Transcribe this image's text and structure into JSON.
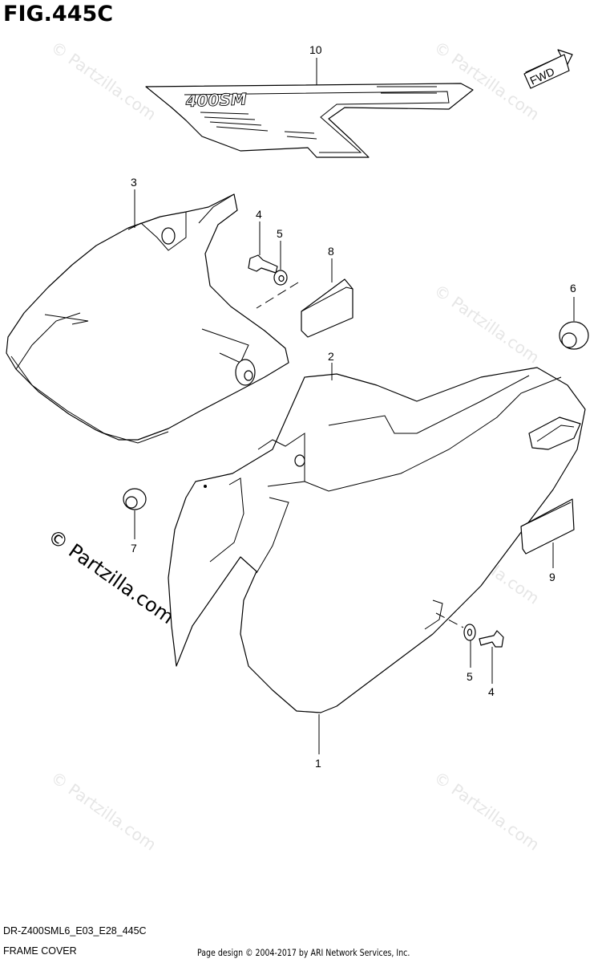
{
  "figure": {
    "title": "FIG.445C",
    "model_code": "DR-Z400SML6_E03_E28_445C",
    "section_name": "FRAME COVER",
    "credit": "Page design © 2004-2017 by ARI Network Services, Inc."
  },
  "decal": {
    "model_text": "400SM"
  },
  "direction_arrow": {
    "label": "FWD"
  },
  "watermark": {
    "text": "© Partzilla.com"
  },
  "callouts": {
    "c1": "1",
    "c2": "2",
    "c3": "3",
    "c4a": "4",
    "c4b": "4",
    "c5a": "5",
    "c5b": "5",
    "c6": "6",
    "c7": "7",
    "c8": "8",
    "c9": "9",
    "c10": "10"
  }
}
